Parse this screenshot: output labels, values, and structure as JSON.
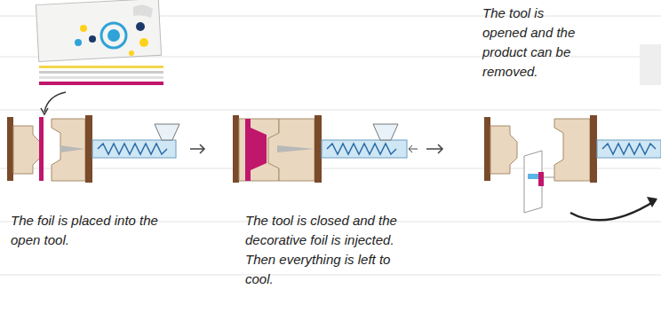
{
  "diagram": {
    "labels": [
      "The tool is opened and the product can be removed.",
      "The foil is placed into the open tool.",
      "The tool is closed and the decorative foil is injected. Then everything is left to cool."
    ]
  }
}
